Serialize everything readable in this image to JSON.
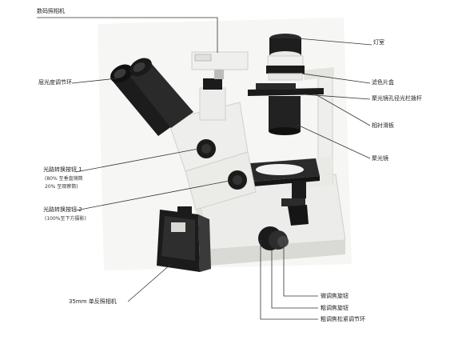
{
  "labels": {
    "digital_camera": "数码照相机",
    "lamp_house": "灯室",
    "diopter_ring": "屈光度调节环",
    "filter_box": "滤色片盒",
    "condenser_diaphragm": "聚光镜孔径光栏拨杆",
    "phase_slider": "相衬滑板",
    "condenser": "聚光镜",
    "light_path_knob_1": "光路转换按钮 1",
    "light_path_knob_1_note_a": "(80% 至垂直镜筒",
    "light_path_knob_1_note_b": "20% 至观察筒)",
    "light_path_knob_2": "光路转换按钮 2",
    "light_path_knob_2_note": "(100%至下方摄影)",
    "fine_focus": "微调焦旋钮",
    "coarse_focus": "粗调焦旋钮",
    "coarse_tension": "粗调焦松紧调节环",
    "camera_35mm": "35mm 单反照相机"
  },
  "colors": {
    "body": "#efefed",
    "body_shade": "#d6d6d2",
    "black": "#1b1b1b",
    "stage_plate": "#2a2a2a",
    "leader_line": "#333333"
  }
}
